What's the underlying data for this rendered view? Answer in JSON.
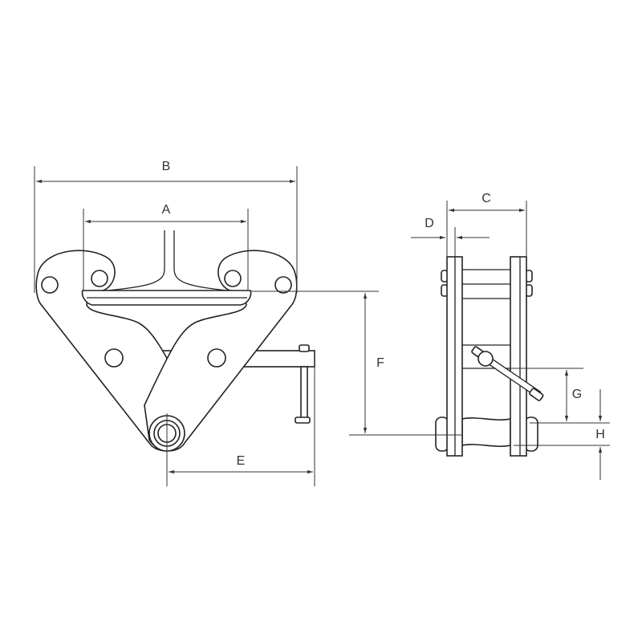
{
  "diagram": {
    "dimensions": {
      "A": "A",
      "B": "B",
      "C": "C",
      "D": "D",
      "E": "E",
      "F": "F",
      "G": "G",
      "H": "H"
    },
    "colors": {
      "line": "#222222",
      "background": "#ffffff"
    }
  }
}
